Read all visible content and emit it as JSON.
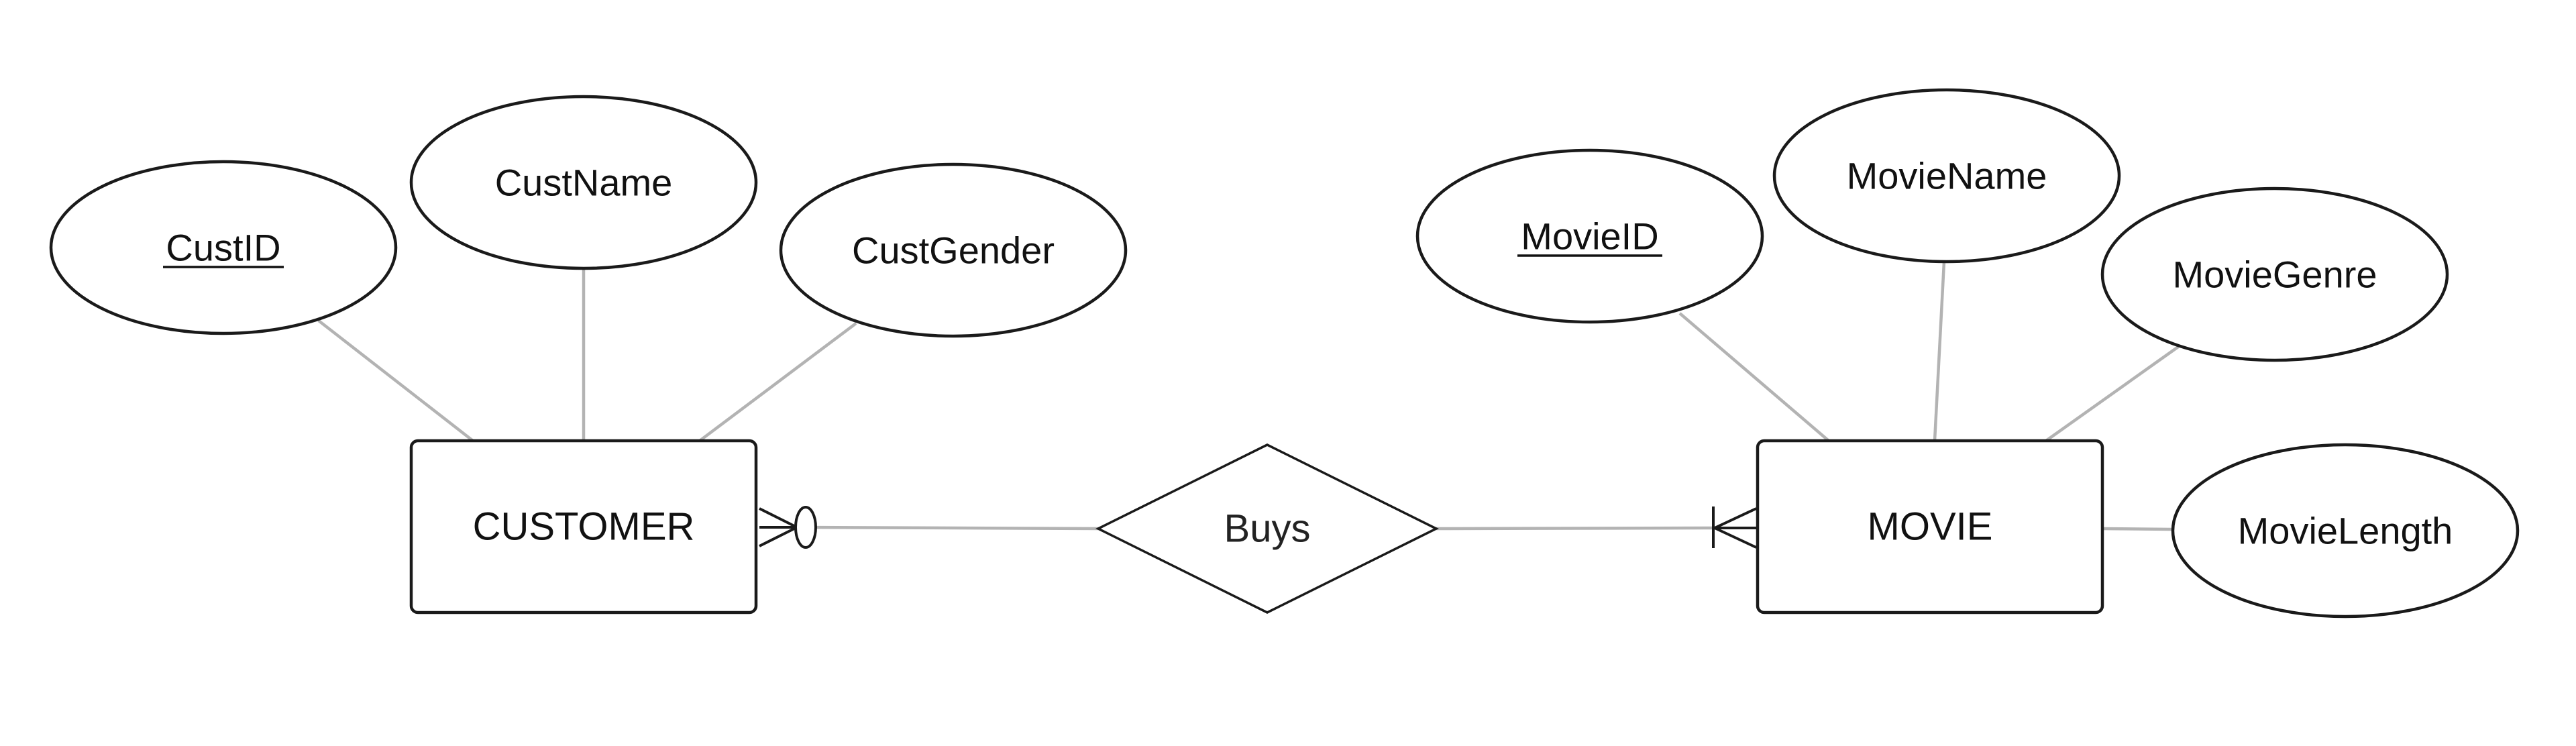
{
  "diagram": {
    "entities": [
      {
        "id": "customer",
        "label": "CUSTOMER"
      },
      {
        "id": "movie",
        "label": "MOVIE"
      }
    ],
    "relationships": [
      {
        "id": "buys",
        "label": "Buys"
      }
    ],
    "attributes": [
      {
        "id": "custid",
        "label": "CustID",
        "entity": "customer",
        "key": true
      },
      {
        "id": "custname",
        "label": "CustName",
        "entity": "customer",
        "key": false
      },
      {
        "id": "custgender",
        "label": "CustGender",
        "entity": "customer",
        "key": false
      },
      {
        "id": "movieid",
        "label": "MovieID",
        "entity": "movie",
        "key": true
      },
      {
        "id": "moviename",
        "label": "MovieName",
        "entity": "movie",
        "key": false
      },
      {
        "id": "moviegenre",
        "label": "MovieGenre",
        "entity": "movie",
        "key": false
      },
      {
        "id": "movielength",
        "label": "MovieLength",
        "entity": "movie",
        "key": false
      }
    ],
    "cardinality": {
      "customer_side": "zero-or-many",
      "movie_side": "one-or-many"
    },
    "colors": {
      "outline": "#1a1a1a",
      "connector": "#b3b3b3",
      "background": "#ffffff"
    }
  }
}
